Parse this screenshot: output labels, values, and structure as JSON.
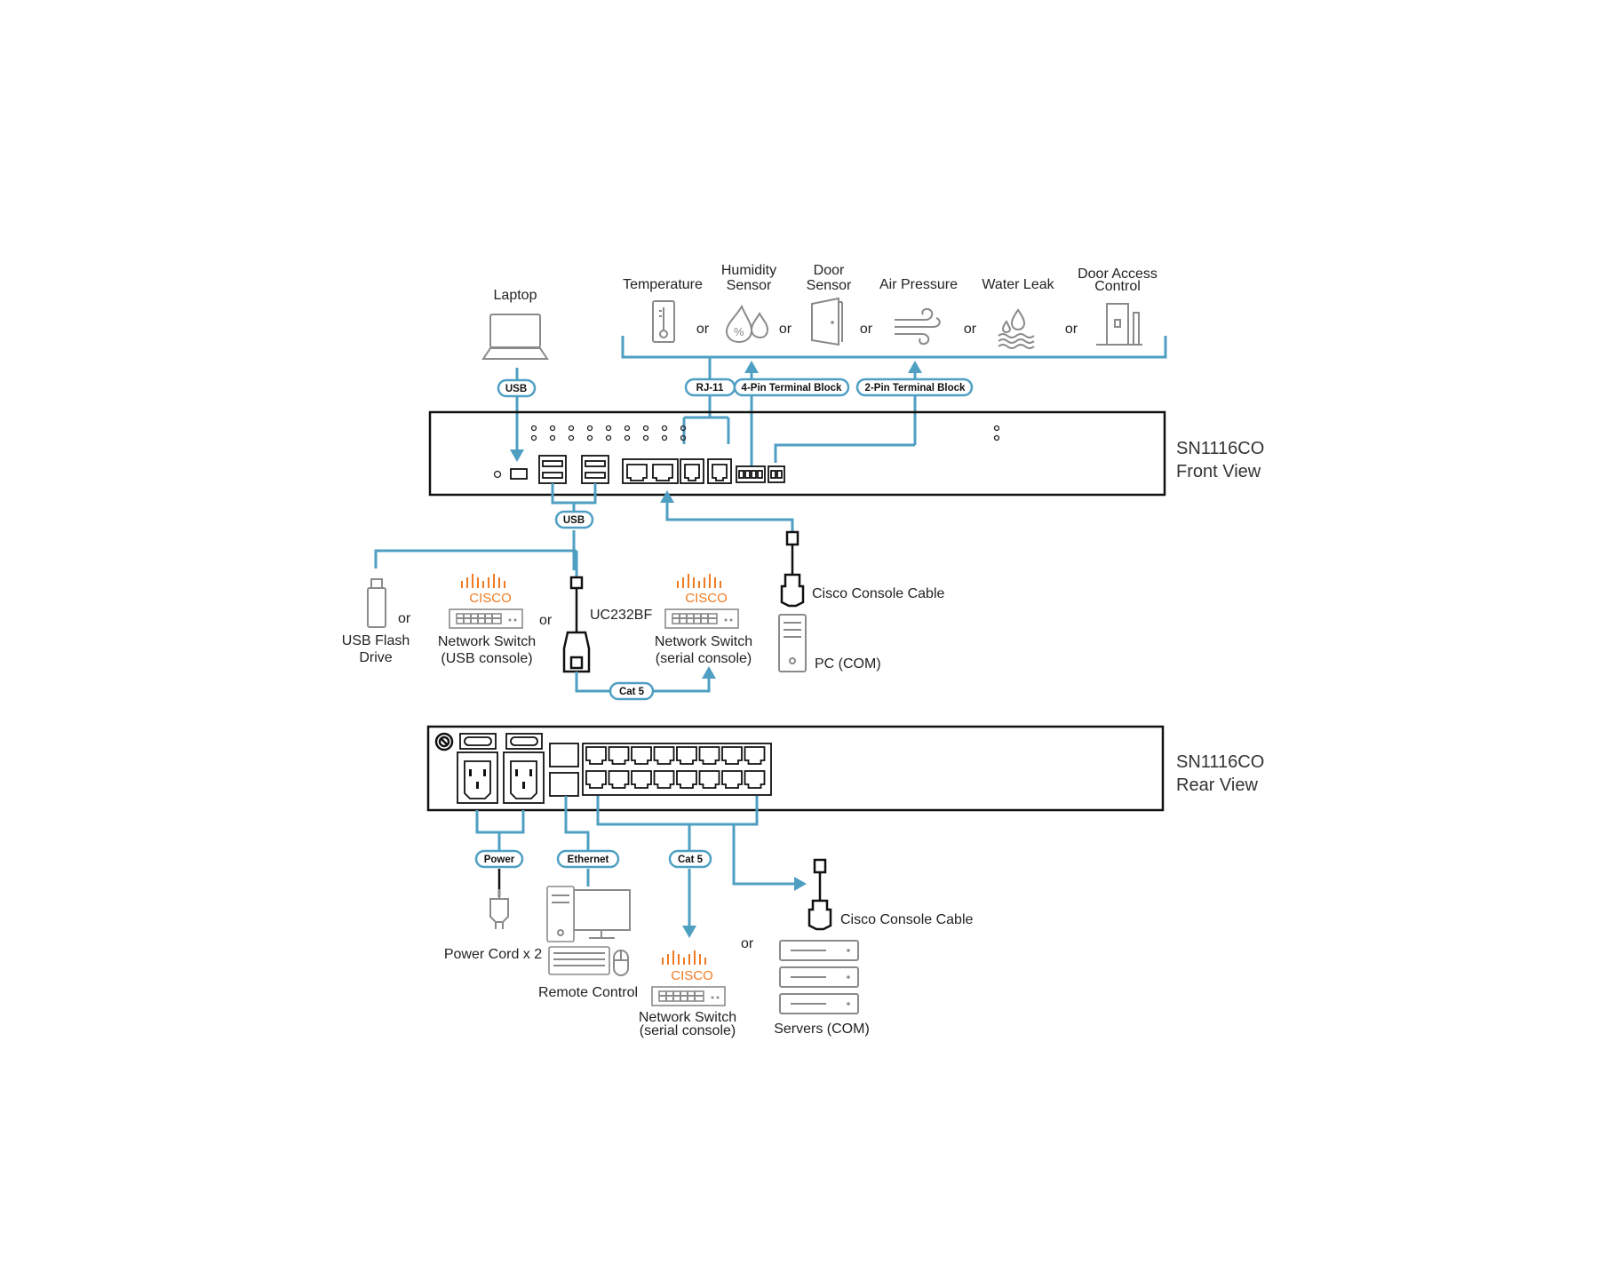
{
  "front": {
    "model": "SN1116CO",
    "view": "Front View",
    "sensors": [
      {
        "id": "temperature",
        "lines": [
          "Temperature"
        ]
      },
      {
        "id": "humidity",
        "lines": [
          "Humidity",
          "Sensor"
        ]
      },
      {
        "id": "door",
        "lines": [
          "Door",
          "Sensor"
        ]
      },
      {
        "id": "air",
        "lines": [
          "Air Pressure"
        ]
      },
      {
        "id": "water",
        "lines": [
          "Water Leak"
        ]
      },
      {
        "id": "access",
        "lines": [
          "Door Access",
          "Control"
        ]
      }
    ],
    "or_word": "or",
    "laptop": "Laptop",
    "pills": {
      "usb_top": "USB",
      "rj11": "RJ-11",
      "pin4": "4-Pin Terminal Block",
      "pin2": "2-Pin Terminal Block",
      "usb_bottom": "USB",
      "cat5": "Cat 5"
    },
    "usb_flash": [
      "USB Flash",
      "Drive"
    ],
    "switch_usb": [
      "Network Switch",
      "(USB console)"
    ],
    "switch_serial": [
      "Network Switch",
      "(serial console)"
    ],
    "cisco_logo": "CISCO",
    "uc232bf": "UC232BF",
    "console_cable": "Cisco Console Cable",
    "pc_com": "PC (COM)"
  },
  "rear": {
    "model": "SN1116CO",
    "view": "Rear View",
    "pills": {
      "power": "Power",
      "ethernet": "Ethernet",
      "cat5": "Cat 5"
    },
    "power_cord": "Power Cord x 2",
    "remote_control": "Remote Control",
    "switch_serial": [
      "Network Switch",
      "(serial console)"
    ],
    "cisco_logo": "CISCO",
    "or_word": "or",
    "console_cable": "Cisco Console Cable",
    "servers": "Servers (COM)"
  },
  "colors": {
    "cable": "#4f9fc3",
    "device": "#111111",
    "peripheral": "#8a8a8a",
    "cisco": "#f07a22"
  }
}
